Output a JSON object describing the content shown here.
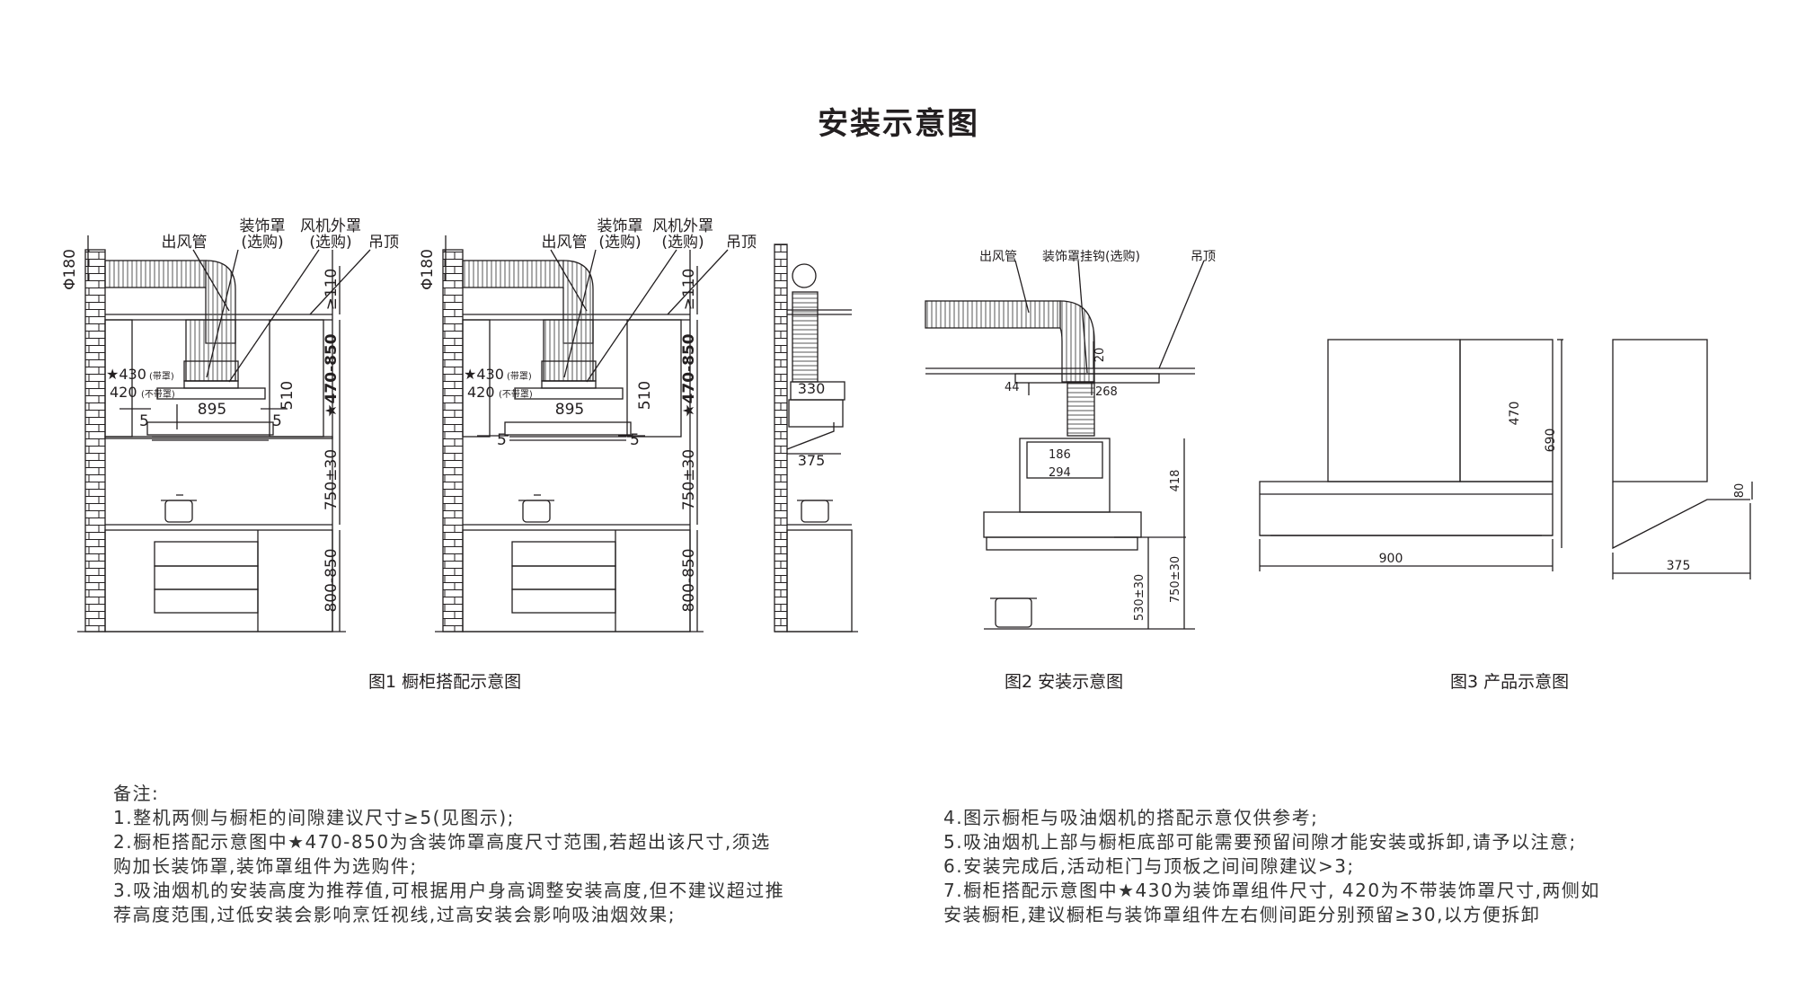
{
  "title": "安装示意图",
  "fig1": {
    "labels": {
      "duct": "出风管",
      "cover": "装饰罩",
      "cover_opt": "(选购)",
      "fan_cover": "风机外罩",
      "fan_cover_opt": "(选购)",
      "ceiling": "吊顶"
    },
    "dims": {
      "phi": "Φ180",
      "d110": "≥110",
      "d470": "★470-850",
      "d430": "★430",
      "with_cover": "(带罩)",
      "d420": "420",
      "without_cover": "(不带罩)",
      "d895": "895",
      "d510": "510",
      "d5": "5",
      "d750": "750±30",
      "d800": "800-850"
    },
    "caption": "图1  橱柜搭配示意图"
  },
  "side": {
    "d330": "330",
    "d375": "375"
  },
  "fig2": {
    "labels": {
      "duct": "出风管",
      "hook": "装饰罩挂钩(选购)",
      "ceiling": "吊顶"
    },
    "dims": {
      "d20": "20",
      "d44": "44",
      "d268": "268",
      "d186": "186",
      "d294": "294",
      "d418": "418",
      "d530": "530±30",
      "d750": "750±30"
    },
    "caption": "图2  安装示意图"
  },
  "fig3": {
    "dims": {
      "d470": "470",
      "d690": "690",
      "d80": "80",
      "d900": "900",
      "d375": "375"
    },
    "caption": "图3  产品示意图"
  },
  "notes": {
    "heading": "备注:",
    "left": [
      "1.整机两侧与橱柜的间隙建议尺寸≥5(见图示);",
      "2.橱柜搭配示意图中★470-850为含装饰罩高度尺寸范围,若超出该尺寸,须选",
      "购加长装饰罩,装饰罩组件为选购件;",
      "3.吸油烟机的安装高度为推荐值,可根据用户身高调整安装高度,但不建议超过推",
      "荐高度范围,过低安装会影响烹饪视线,过高安装会影响吸油烟效果;"
    ],
    "right": [
      "4.图示橱柜与吸油烟机的搭配示意仅供参考;",
      "5.吸油烟机上部与橱柜底部可能需要预留间隙才能安装或拆卸,请予以注意;",
      "6.安装完成后,活动柜门与顶板之间间隙建议>3;",
      "7.橱柜搭配示意图中★430为装饰罩组件尺寸,   420为不带装饰罩尺寸,两侧如",
      "安装橱柜,建议橱柜与装饰罩组件左右侧间距分别预留≥30,以方便拆卸"
    ]
  }
}
